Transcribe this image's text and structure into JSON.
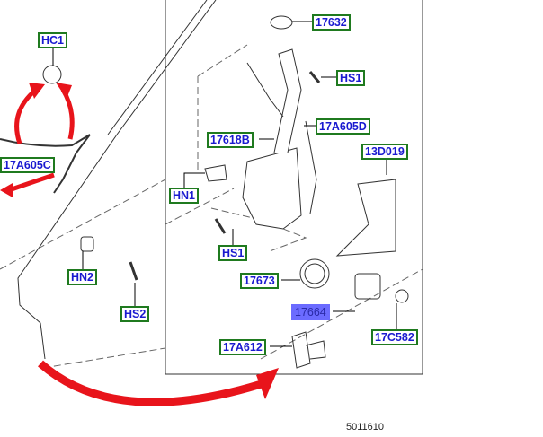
{
  "diagram": {
    "figure_number": "5011610",
    "selected_part": "17664",
    "colors": {
      "label_border": "#1f7a1f",
      "label_text": "#1a1ad0",
      "selected_bg": "#6b6bff",
      "arrow": "#e8141b"
    },
    "callouts": [
      {
        "id": "hc1",
        "label": "HC1"
      },
      {
        "id": "17a605c",
        "label": "17A605C"
      },
      {
        "id": "hn2",
        "label": "HN2"
      },
      {
        "id": "hs2",
        "label": "HS2"
      },
      {
        "id": "17632",
        "label": "17632"
      },
      {
        "id": "hs1-top",
        "label": "HS1"
      },
      {
        "id": "17a605d",
        "label": "17A605D"
      },
      {
        "id": "17618b",
        "label": "17618B"
      },
      {
        "id": "13d019",
        "label": "13D019"
      },
      {
        "id": "hn1",
        "label": "HN1"
      },
      {
        "id": "hs1-bottom",
        "label": "HS1"
      },
      {
        "id": "17673",
        "label": "17673"
      },
      {
        "id": "17664",
        "label": "17664"
      },
      {
        "id": "17c582",
        "label": "17C582"
      },
      {
        "id": "17a612",
        "label": "17A612"
      }
    ]
  }
}
